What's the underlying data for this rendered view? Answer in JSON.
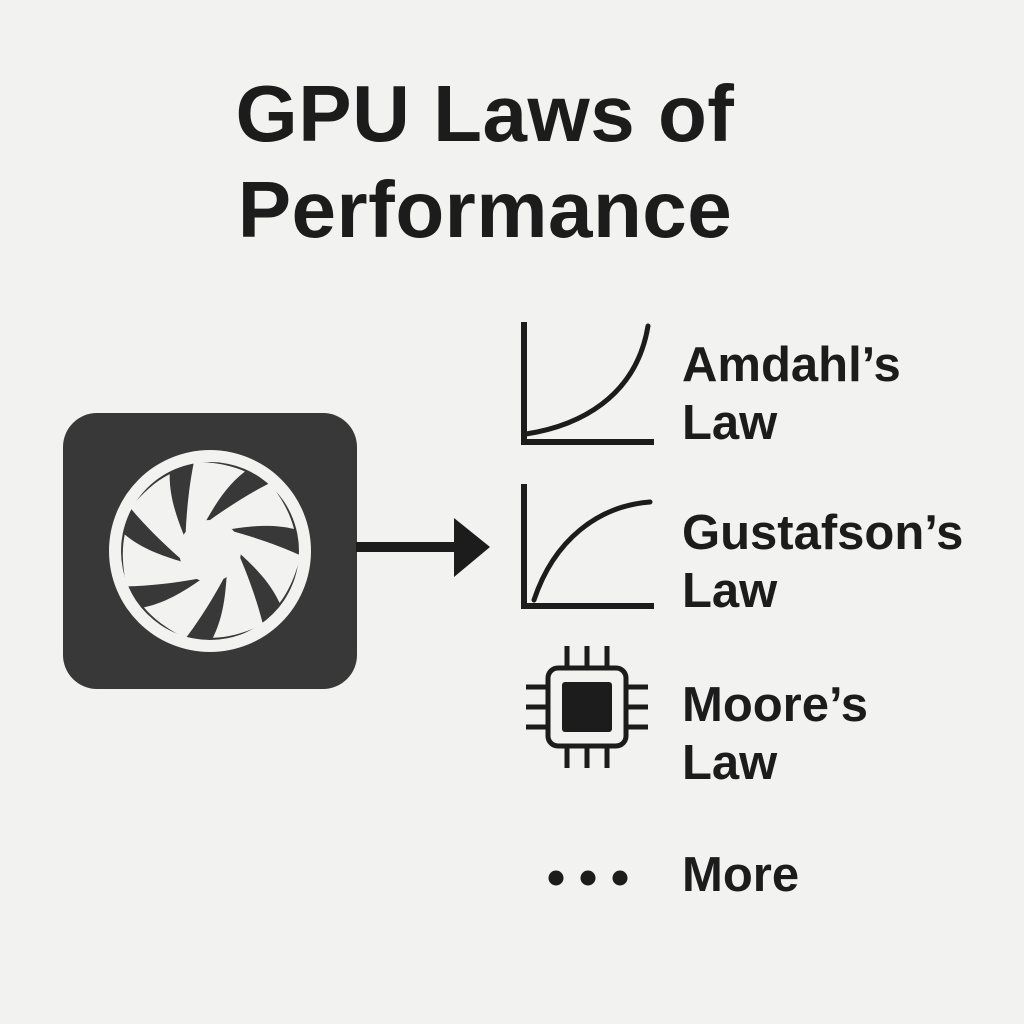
{
  "title": {
    "line1": "GPU Laws of",
    "line2": "Performance"
  },
  "source": {
    "icon": "gpu-fan-icon"
  },
  "laws": [
    {
      "line1": "Amdahl’s",
      "line2": "Law",
      "icon": "exponential-curve-chart-icon"
    },
    {
      "line1": "Gustafson’s",
      "line2": "Law",
      "icon": "logarithmic-curve-chart-icon"
    },
    {
      "line1": "Moore’s",
      "line2": "Law",
      "icon": "cpu-chip-icon"
    }
  ],
  "more": {
    "label": "More",
    "icon": "ellipsis-icon"
  },
  "colors": {
    "background": "#f2f2f1",
    "ink": "#1c1c1c",
    "card": "#383838",
    "fan_ring": "#f2f2f1"
  }
}
